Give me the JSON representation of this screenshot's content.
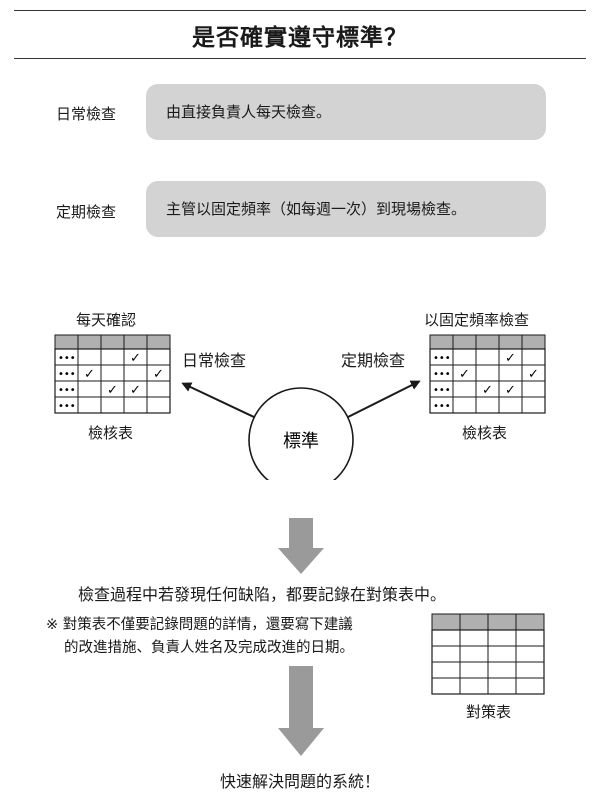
{
  "title": "是否確實遵守標準？",
  "rows": [
    {
      "label": "日常檢查",
      "desc": "由直接負責人每天檢查。"
    },
    {
      "label": "定期檢查",
      "desc": "主管以固定頻率（如每週一次）到現場檢查。"
    }
  ],
  "left_sheet": {
    "caption_top": "每天確認",
    "caption_bottom": "檢核表",
    "row_marker": "•••",
    "check": "✓"
  },
  "right_sheet": {
    "caption_top": "以固定頻率檢查",
    "caption_bottom": "檢核表",
    "row_marker": "•••",
    "check": "✓"
  },
  "arrow_left_label": "日常檢查",
  "arrow_right_label": "定期檢查",
  "center_circle": "標準",
  "finding_text": "檢查過程中若發現任何缺陷，都要記錄在對策表中。",
  "note_line1": "※ 對策表不僅要記錄問題的詳情，還要寫下建議",
  "note_line2": "的改進措施、負責人姓名及完成改進的日期。",
  "countermeasure_caption": "對策表",
  "conclusion": "快速解決問題的系統！"
}
